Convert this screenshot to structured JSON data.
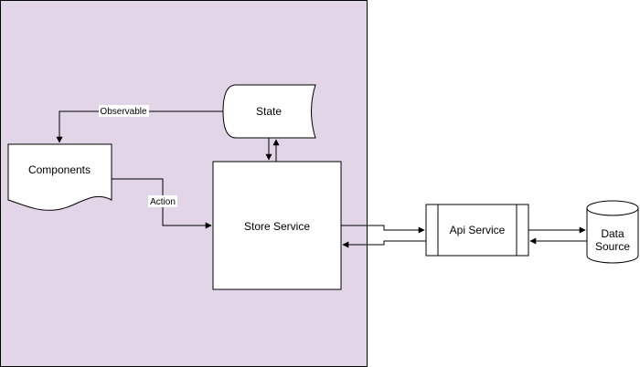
{
  "diagram": {
    "colors": {
      "region_fill": "#e1d5e7",
      "stroke": "#000000",
      "node_fill": "#ffffff"
    },
    "nodes": {
      "state": {
        "label": "State",
        "shape": "stored-data"
      },
      "components": {
        "label": "Components",
        "shape": "document"
      },
      "store_service": {
        "label": "Store Service",
        "shape": "rectangle"
      },
      "api_service": {
        "label": "Api Service",
        "shape": "process"
      },
      "data_source": {
        "label_line1": "Data",
        "label_line2": "Source",
        "shape": "cylinder"
      }
    },
    "edges": {
      "observable": {
        "label": "Observable",
        "from": "state",
        "to": "components"
      },
      "action": {
        "label": "Action",
        "from": "components",
        "to": "store_service"
      }
    }
  }
}
